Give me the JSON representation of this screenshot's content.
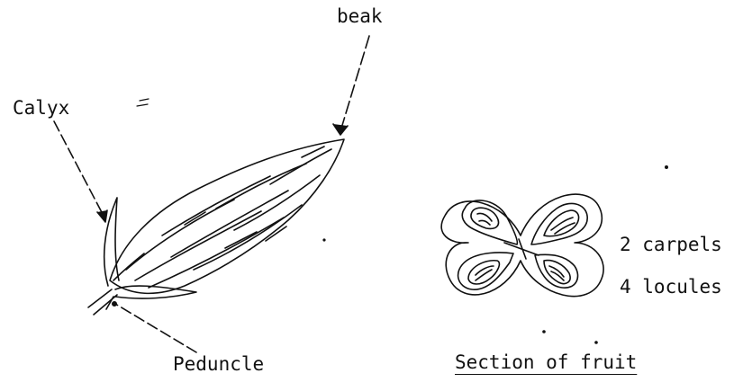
{
  "labels": {
    "beak": "beak",
    "calyx": "Calyx",
    "peduncle": "Peduncle",
    "carpels": "2 carpels",
    "locules": "4 locules",
    "section_caption": "Section of fruit"
  },
  "colors": {
    "ink": "#111111",
    "paper": "#ffffff"
  }
}
